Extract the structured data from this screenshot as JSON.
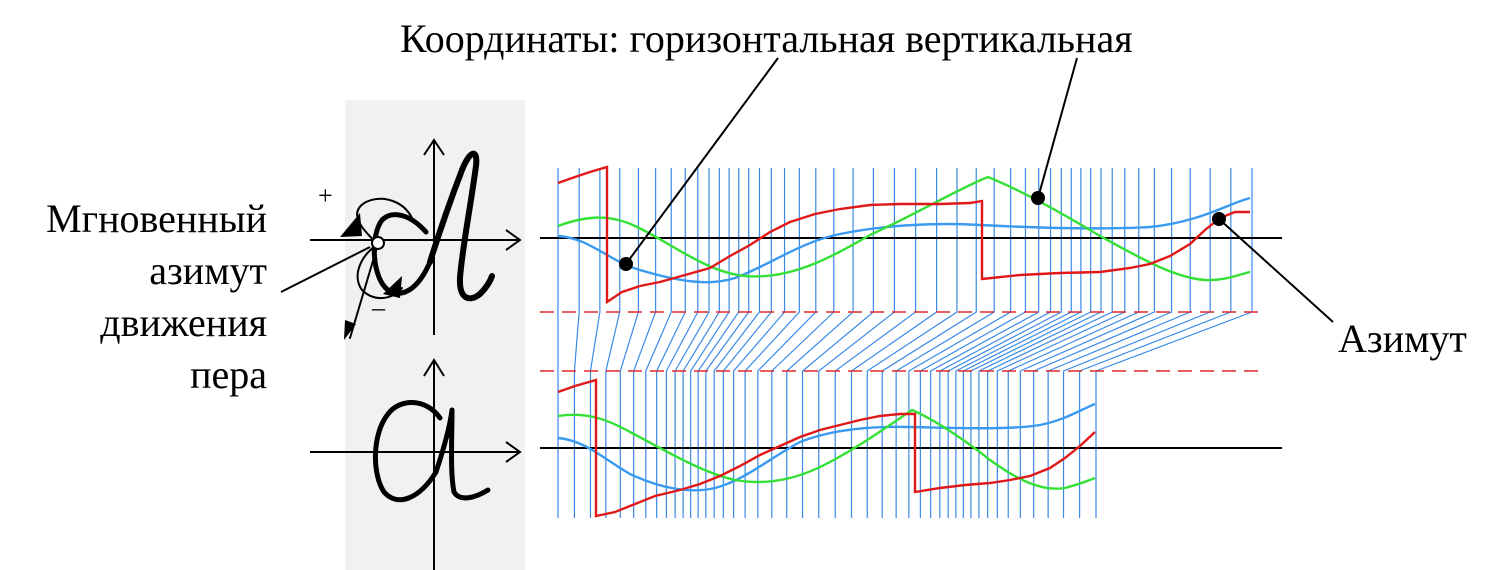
{
  "labels": {
    "coordinates": "Координаты: горизонтальная  вертикальная",
    "instant_azimuth_line1": "Мгновенный",
    "instant_azimuth_line2": "азимут",
    "instant_azimuth_line3": "движения",
    "instant_azimuth_line4": "пера",
    "azimuth": "Азимут",
    "plus_sign": "+",
    "minus_sign": "–"
  },
  "colors": {
    "horizontal_coordinate": "#3a9af0",
    "vertical_coordinate": "#34e034",
    "azimuth": "#e01818",
    "sample_lines": "#3a8ae8",
    "boundary_dashed": "#e02828",
    "axis": "#000000",
    "letter_panel_bg": "#f1f1f1"
  }
}
